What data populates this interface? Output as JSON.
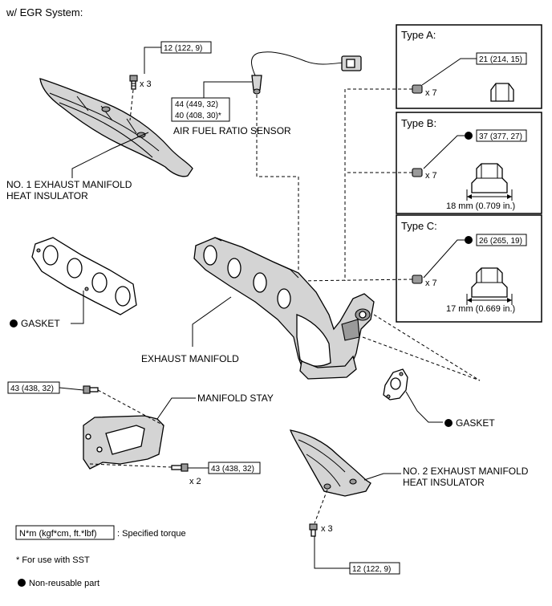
{
  "header": {
    "title": "w/ EGR System:"
  },
  "heat_insulator_1": {
    "torque": "12 (122, 9)",
    "qty": "x 3",
    "label_line1": "NO. 1 EXHAUST MANIFOLD",
    "label_line2": "HEAT INSULATOR"
  },
  "sensor": {
    "torque_line1": "44 (449, 32)",
    "torque_line2": "40 (408, 30)*",
    "label": "AIR FUEL RATIO SENSOR"
  },
  "types": [
    {
      "title": "Type A:",
      "torque": "21 (214, 15)",
      "qty": "x 7",
      "dimension": "",
      "non_reusable": false
    },
    {
      "title": "Type B:",
      "torque": "37 (377, 27)",
      "qty": "x 7",
      "dimension": "18 mm (0.709 in.)",
      "non_reusable": true
    },
    {
      "title": "Type C:",
      "torque": "26 (265, 19)",
      "qty": "x 7",
      "dimension": "17 mm (0.669 in.)",
      "non_reusable": true
    }
  ],
  "gasket_left": {
    "label": "GASKET"
  },
  "exhaust_manifold": {
    "label": "EXHAUST MANIFOLD"
  },
  "manifold_stay": {
    "label": "MANIFOLD STAY",
    "torque_top": "43 (438, 32)",
    "torque_bottom": "43 (438, 32)",
    "qty": "x 2"
  },
  "gasket_right": {
    "label": "GASKET"
  },
  "heat_insulator_2": {
    "label_line1": "NO. 2 EXHAUST MANIFOLD",
    "label_line2": "HEAT INSULATOR",
    "qty": "x 3",
    "torque": "12 (122, 9)"
  },
  "legend": {
    "torque_units": "N*m (kgf*cm, ft.*lbf)",
    "torque_desc": ": Specified torque",
    "sst_note": "* For use with SST",
    "non_reusable": "Non-reusable part"
  }
}
